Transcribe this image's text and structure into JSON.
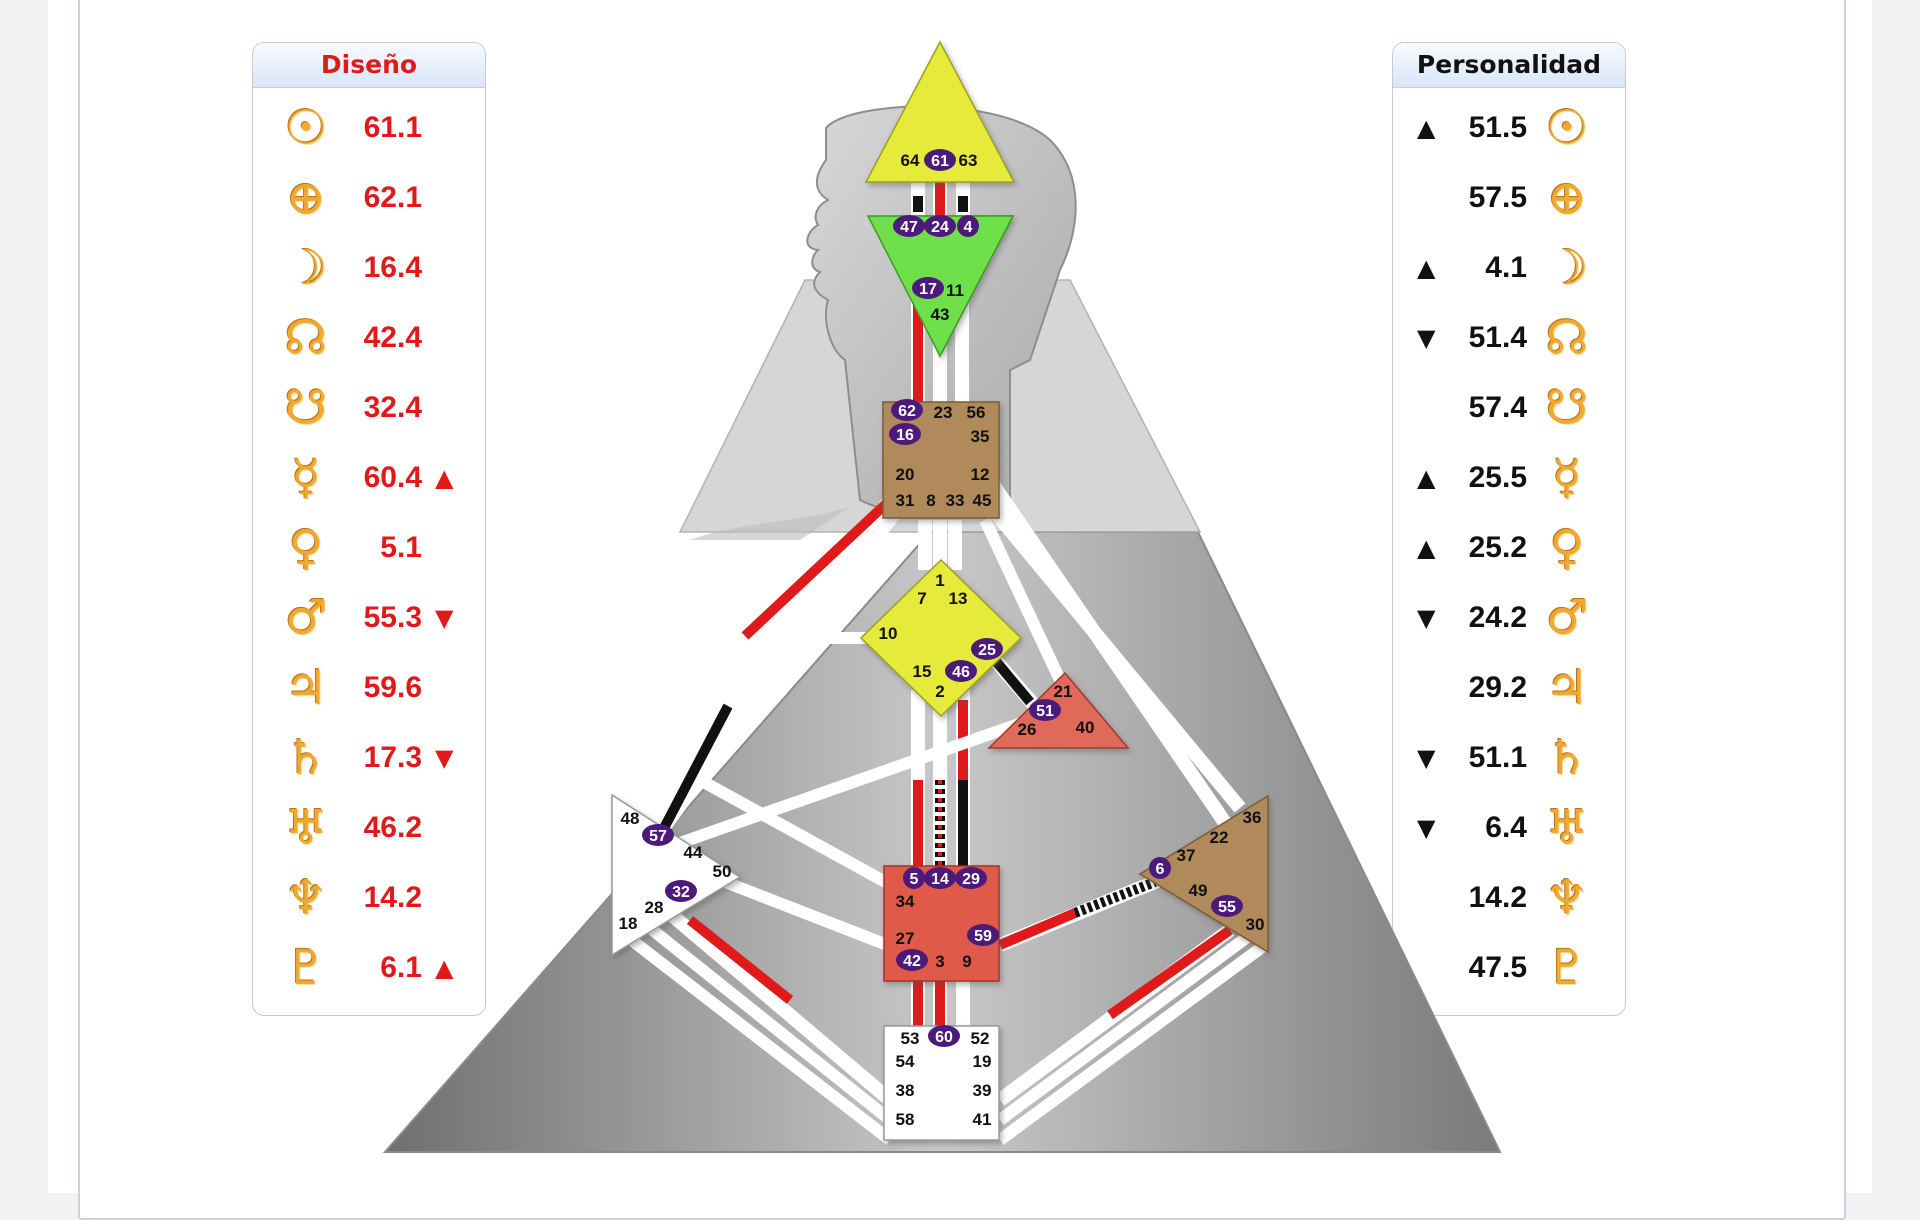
{
  "design": {
    "title": "Diseño",
    "rows": [
      {
        "icon": "sun-icon",
        "glyph": "☉",
        "value": "61.1",
        "arrow": ""
      },
      {
        "icon": "earth-icon",
        "glyph": "⊕",
        "value": "62.1",
        "arrow": ""
      },
      {
        "icon": "moon-icon",
        "glyph": "☽",
        "value": "16.4",
        "arrow": ""
      },
      {
        "icon": "north-node-icon",
        "glyph": "☊",
        "value": "42.4",
        "arrow": ""
      },
      {
        "icon": "south-node-icon",
        "glyph": "☋",
        "value": "32.4",
        "arrow": ""
      },
      {
        "icon": "mercury-icon",
        "glyph": "☿",
        "value": "60.4",
        "arrow": "▲"
      },
      {
        "icon": "venus-icon",
        "glyph": "♀",
        "value": "5.1",
        "arrow": ""
      },
      {
        "icon": "mars-icon",
        "glyph": "♂",
        "value": "55.3",
        "arrow": "▼"
      },
      {
        "icon": "jupiter-icon",
        "glyph": "♃",
        "value": "59.6",
        "arrow": ""
      },
      {
        "icon": "saturn-icon",
        "glyph": "♄",
        "value": "17.3",
        "arrow": "▼"
      },
      {
        "icon": "uranus-icon",
        "glyph": "♅",
        "value": "46.2",
        "arrow": ""
      },
      {
        "icon": "neptune-icon",
        "glyph": "♆",
        "value": "14.2",
        "arrow": ""
      },
      {
        "icon": "pluto-icon",
        "glyph": "♇",
        "value": "6.1",
        "arrow": "▲"
      }
    ]
  },
  "personality": {
    "title": "Personalidad",
    "rows": [
      {
        "icon": "sun-icon",
        "glyph": "☉",
        "value": "51.5",
        "arrow": "▲"
      },
      {
        "icon": "earth-icon",
        "glyph": "⊕",
        "value": "57.5",
        "arrow": ""
      },
      {
        "icon": "moon-icon",
        "glyph": "☽",
        "value": "4.1",
        "arrow": "▲"
      },
      {
        "icon": "north-node-icon",
        "glyph": "☊",
        "value": "51.4",
        "arrow": "▼"
      },
      {
        "icon": "south-node-icon",
        "glyph": "☋",
        "value": "57.4",
        "arrow": ""
      },
      {
        "icon": "mercury-icon",
        "glyph": "☿",
        "value": "25.5",
        "arrow": "▲"
      },
      {
        "icon": "venus-icon",
        "glyph": "♀",
        "value": "25.2",
        "arrow": "▲"
      },
      {
        "icon": "mars-icon",
        "glyph": "♂",
        "value": "24.2",
        "arrow": "▼"
      },
      {
        "icon": "jupiter-icon",
        "glyph": "♃",
        "value": "29.2",
        "arrow": ""
      },
      {
        "icon": "saturn-icon",
        "glyph": "♄",
        "value": "51.1",
        "arrow": "▼"
      },
      {
        "icon": "uranus-icon",
        "glyph": "♅",
        "value": "6.4",
        "arrow": "▼"
      },
      {
        "icon": "neptune-icon",
        "glyph": "♆",
        "value": "14.2",
        "arrow": ""
      },
      {
        "icon": "pluto-icon",
        "glyph": "♇",
        "value": "47.5",
        "arrow": ""
      }
    ]
  },
  "colors": {
    "design_red": "#e01a1a",
    "personality_black": "#111111",
    "planet_gold": "#f0a830",
    "active_gate_purple": "#4b1a7a",
    "head_center": "#e6ea3a",
    "ajna_center": "#6fe04a",
    "throat_center": "#b08a5a",
    "g_center": "#e6ea3a",
    "ego_center": "#e06a5a",
    "sacral_center": "#e05a4a",
    "spleen_center": "#ffffff",
    "solar_plexus_center": "#b08a5a",
    "root_center": "#ffffff"
  },
  "centers": {
    "head": {
      "gates": [
        "64",
        "61",
        "63"
      ]
    },
    "ajna": {
      "gates": [
        "47",
        "24",
        "4",
        "17",
        "11",
        "43"
      ]
    },
    "throat": {
      "gates": [
        "62",
        "23",
        "56",
        "16",
        "35",
        "20",
        "12",
        "31",
        "8",
        "33",
        "45"
      ]
    },
    "g": {
      "gates": [
        "1",
        "7",
        "13",
        "10",
        "25",
        "15",
        "46",
        "2"
      ]
    },
    "ego": {
      "gates": [
        "21",
        "51",
        "26",
        "40"
      ]
    },
    "spleen": {
      "gates": [
        "48",
        "57",
        "44",
        "50",
        "32",
        "28",
        "18"
      ]
    },
    "sacral": {
      "gates": [
        "5",
        "14",
        "29",
        "34",
        "27",
        "59",
        "42",
        "3",
        "9"
      ]
    },
    "solar_plexus": {
      "gates": [
        "36",
        "22",
        "37",
        "6",
        "49",
        "55",
        "30"
      ]
    },
    "root": {
      "gates": [
        "53",
        "60",
        "52",
        "54",
        "19",
        "38",
        "39",
        "58",
        "41"
      ]
    }
  },
  "active_gates": [
    "61",
    "47",
    "24",
    "4",
    "17",
    "62",
    "16",
    "25",
    "46",
    "51",
    "57",
    "32",
    "5",
    "14",
    "29",
    "59",
    "42",
    "6",
    "55",
    "60"
  ]
}
